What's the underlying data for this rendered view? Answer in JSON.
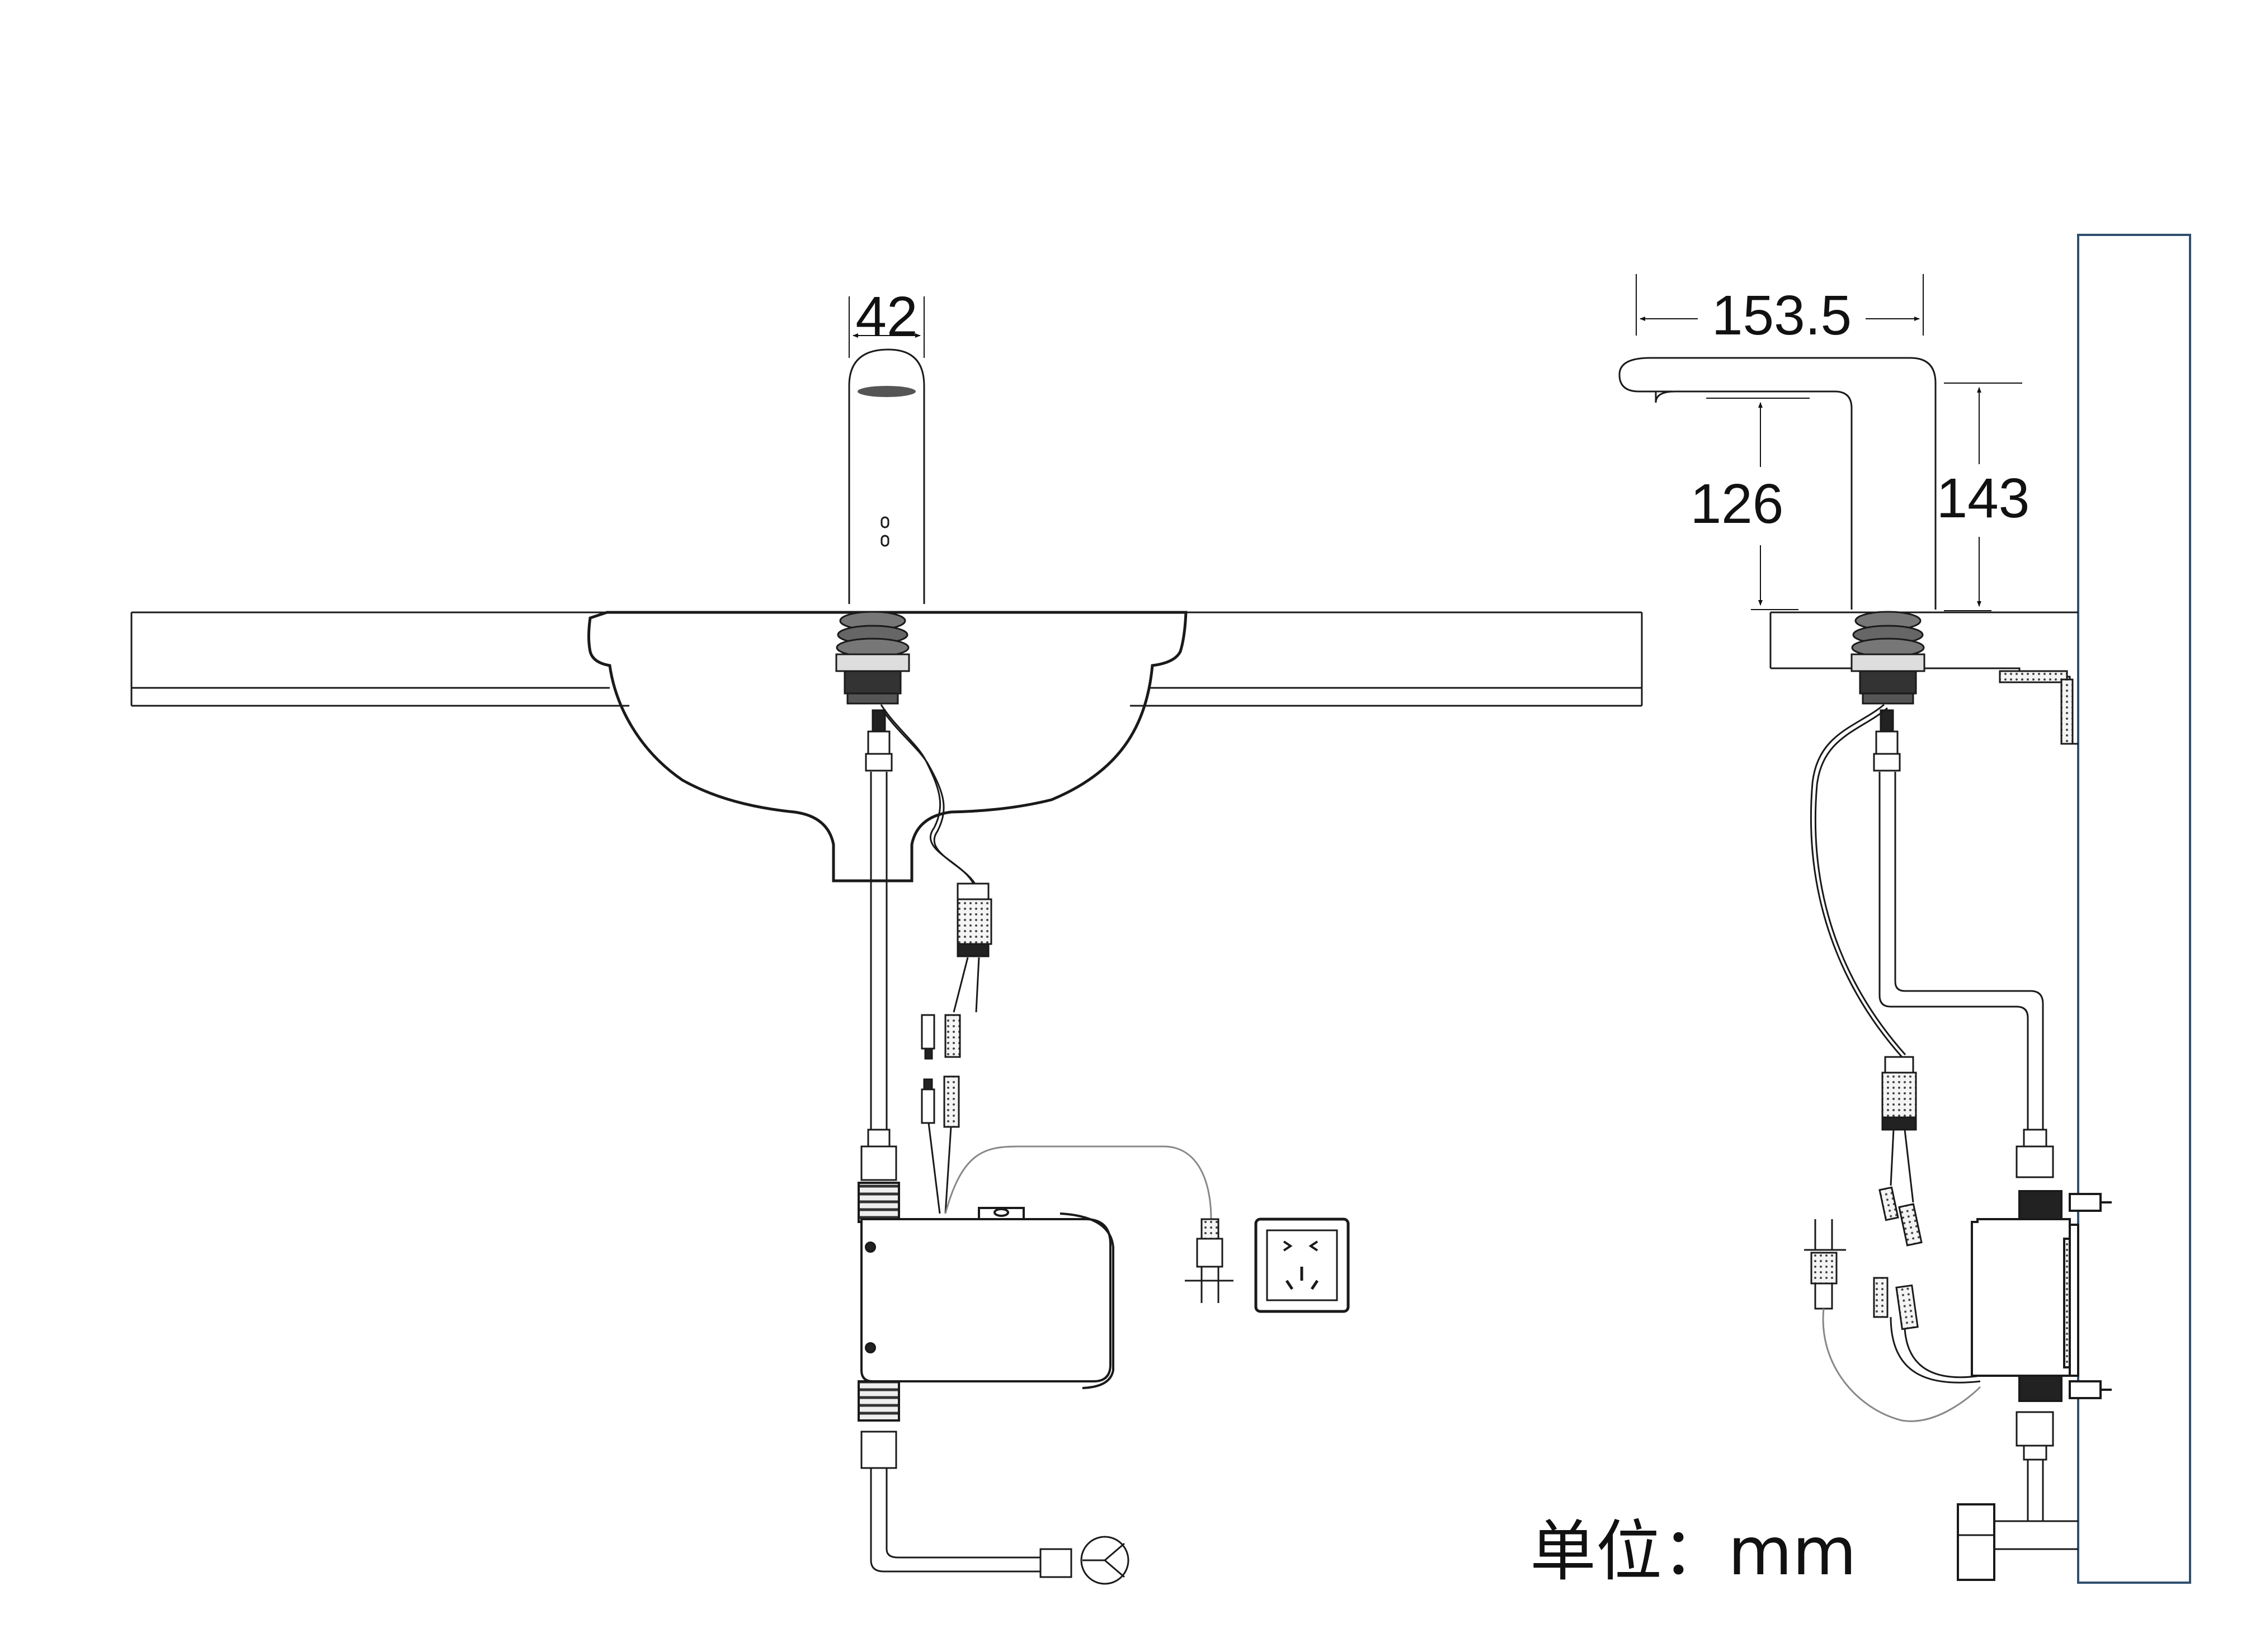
{
  "dimensions": {
    "faucet_width": "42",
    "spout_reach": "153.5",
    "spout_height": "126",
    "body_height": "143"
  },
  "unit_label": "单位：mm",
  "colors": {
    "line": "#1a1a1a",
    "thin": "#555555",
    "wall": "#2f4f6f",
    "fill_dark": "#2b2b2b",
    "fill_grey": "#9a9a9a"
  }
}
